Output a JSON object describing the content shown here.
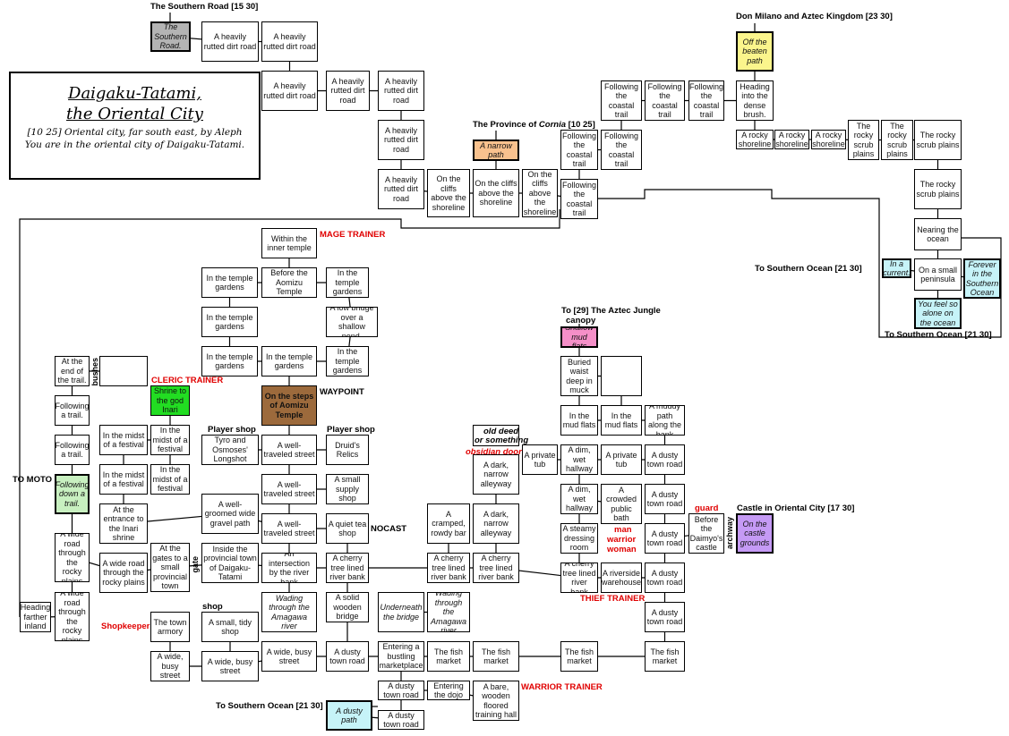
{
  "title": {
    "line1": "Daigaku-Tatami,",
    "line2": "the Oriental City",
    "info": "[10 25] Oriental city, far south east, by Aleph",
    "desc": "You are in the oriental city of Daigaku-Tatami."
  },
  "colors": {
    "southern_road_exit": "#b4b4b4",
    "cornia_exit": "#f9c28e",
    "aztec_kingdom_exit": "#fbf58c",
    "ocean_exit": "#c6f3f8",
    "jungle_exit": "#f58fc8",
    "moto_exit": "#c8f0c0",
    "cleric_shrine": "#22dd22",
    "waypoint": "#9c6a3c",
    "castle_exit": "#c59af5",
    "trainer_text": "#e00000"
  },
  "labels": [
    {
      "id": "southern-road-link",
      "text": "The Southern Road [15 30]"
    },
    {
      "id": "cornia-link",
      "text": "The Province of ",
      "em": "Cornia",
      "tail": " [10 25]"
    },
    {
      "id": "aztec-kingdom-link",
      "text": "Don Milano and Aztec Kingdom [23 30]"
    },
    {
      "id": "southern-ocean-link-1",
      "text": "To Southern Ocean [21 30]"
    },
    {
      "id": "southern-ocean-link-2",
      "text": "To Southern Ocean [21 30]"
    },
    {
      "id": "aztec-jungle-link",
      "text": "To [29] The Aztec Jungle"
    },
    {
      "id": "canopy",
      "text": "canopy"
    },
    {
      "id": "mage-trainer",
      "text": "MAGE TRAINER"
    },
    {
      "id": "cleric-trainer",
      "text": "CLERIC TRAINER"
    },
    {
      "id": "waypoint",
      "text": "WAYPOINT"
    },
    {
      "id": "player-shop-1",
      "text": "Player shop"
    },
    {
      "id": "player-shop-2",
      "text": "Player shop"
    },
    {
      "id": "nocast",
      "text": "NOCAST"
    },
    {
      "id": "to-moto",
      "text": "TO MOTO"
    },
    {
      "id": "bushes",
      "text": "bushes"
    },
    {
      "id": "gate",
      "text": "gate"
    },
    {
      "id": "shop",
      "text": "shop"
    },
    {
      "id": "shopkeeper",
      "text": "Shopkeeper"
    },
    {
      "id": "old-deed",
      "text": "old deed"
    },
    {
      "id": "or-something",
      "text": "or something"
    },
    {
      "id": "obsidian-door",
      "text": "obsidian door"
    },
    {
      "id": "man",
      "text": "man"
    },
    {
      "id": "warrior",
      "text": "warrior"
    },
    {
      "id": "woman",
      "text": "woman"
    },
    {
      "id": "guard",
      "text": "guard"
    },
    {
      "id": "archway",
      "text": "archway"
    },
    {
      "id": "castle-link",
      "text": "Castle in Oriental City [17 30]"
    },
    {
      "id": "thief-trainer",
      "text": "THIEF TRAINER"
    },
    {
      "id": "warrior-trainer",
      "text": "WARRIOR TRAINER"
    },
    {
      "id": "southern-ocean-link-3",
      "text": "To Southern Ocean [21 30]"
    }
  ],
  "rooms": [
    {
      "id": "southern-road-exit",
      "text": "The Southern Road.",
      "kind": "exit",
      "color": "southern_road_exit"
    },
    {
      "id": "dirt-road-1",
      "text": "A heavily rutted dirt road"
    },
    {
      "id": "dirt-road-2",
      "text": "A heavily rutted dirt road"
    },
    {
      "id": "dirt-road-3",
      "text": "A heavily rutted dirt road"
    },
    {
      "id": "dirt-road-4",
      "text": "A heavily rutted dirt road"
    },
    {
      "id": "dirt-road-5",
      "text": "A heavily rutted dirt road"
    },
    {
      "id": "dirt-road-6",
      "text": "A heavily rutted dirt road"
    },
    {
      "id": "dirt-road-7",
      "text": "A heavily rutted dirt road"
    },
    {
      "id": "cliffs-1",
      "text": "On the cliffs above the shoreline"
    },
    {
      "id": "cliffs-2",
      "text": "On the cliffs above the shoreline"
    },
    {
      "id": "cliffs-3",
      "text": "On the cliffs above the shoreline"
    },
    {
      "id": "cornia-exit",
      "text": "A narrow path",
      "kind": "exit",
      "color": "cornia_exit"
    },
    {
      "id": "coastal-1",
      "text": "Following the coastal trail"
    },
    {
      "id": "coastal-2",
      "text": "Following the coastal trail"
    },
    {
      "id": "coastal-3",
      "text": "Following the coastal trail"
    },
    {
      "id": "coastal-4",
      "text": "Following the coastal trail"
    },
    {
      "id": "coastal-5",
      "text": "Following the coastal trail"
    },
    {
      "id": "coastal-6",
      "text": "Following the coastal trail"
    },
    {
      "id": "aztec-exit",
      "text": "Off the beaten path",
      "kind": "exit",
      "color": "aztec_kingdom_exit"
    },
    {
      "id": "dense-brush",
      "text": "Heading into the dense brush."
    },
    {
      "id": "rocky-shore-1",
      "text": "A rocky shoreline"
    },
    {
      "id": "rocky-shore-2",
      "text": "A rocky shoreline"
    },
    {
      "id": "rocky-shore-3",
      "text": "A rocky shoreline"
    },
    {
      "id": "scrub-1",
      "text": "The rocky scrub plains"
    },
    {
      "id": "scrub-2",
      "text": "The rocky scrub plains"
    },
    {
      "id": "scrub-3",
      "text": "The rocky scrub plains"
    },
    {
      "id": "scrub-4",
      "text": "The rocky scrub plains"
    },
    {
      "id": "nearing-ocean",
      "text": "Nearing the ocean"
    },
    {
      "id": "in-a-current",
      "text": "In a current.",
      "kind": "exit",
      "color": "ocean_exit"
    },
    {
      "id": "peninsula",
      "text": "On a small peninsula"
    },
    {
      "id": "forever-ocean",
      "text": "Forever in the Southern Ocean",
      "kind": "exit",
      "color": "ocean_exit"
    },
    {
      "id": "alone-ocean",
      "text": "You feel so alone on the ocean",
      "kind": "exit",
      "color": "ocean_exit"
    },
    {
      "id": "inner-temple",
      "text": "Within the inner temple"
    },
    {
      "id": "garden-1",
      "text": "In the temple gardens"
    },
    {
      "id": "before-temple",
      "text": "Before the Aomizu Temple"
    },
    {
      "id": "garden-2",
      "text": "In the temple gardens"
    },
    {
      "id": "garden-3",
      "text": "In the temple gardens"
    },
    {
      "id": "low-bridge",
      "text": "A low bridge over a shallow pond."
    },
    {
      "id": "garden-4",
      "text": "In the temple gardens"
    },
    {
      "id": "garden-5",
      "text": "In the temple gardens"
    },
    {
      "id": "garden-6",
      "text": "In the temple gardens"
    },
    {
      "id": "waypoint-room",
      "text": "On the steps of Aomizu Temple",
      "kind": "waypoint",
      "color": "waypoint"
    },
    {
      "id": "end-of-trail",
      "text": "At the end of the trail."
    },
    {
      "id": "bushes-room",
      "text": ""
    },
    {
      "id": "shrine",
      "text": "Shrine to the god Inari",
      "kind": "shrine",
      "color": "cleric_shrine"
    },
    {
      "id": "trail-1",
      "text": "Following a trail."
    },
    {
      "id": "trail-2",
      "text": "Following a trail."
    },
    {
      "id": "moto-exit",
      "text": "Following down a trail.",
      "kind": "exit",
      "color": "moto_exit"
    },
    {
      "id": "festival-1",
      "text": "In the midst of a festival"
    },
    {
      "id": "festival-2",
      "text": "In the midst of a festival"
    },
    {
      "id": "festival-3",
      "text": "In the midst of a festival"
    },
    {
      "id": "festival-4",
      "text": "In the midst of a festival"
    },
    {
      "id": "tyro-shop",
      "text": "Tyro and Osmoses' Longshot"
    },
    {
      "id": "street-1",
      "text": "A well-traveled street"
    },
    {
      "id": "druid-relics",
      "text": "Druid's Relics"
    },
    {
      "id": "street-2",
      "text": "A well-traveled street"
    },
    {
      "id": "supply-shop",
      "text": "A small supply shop"
    },
    {
      "id": "inari-entrance",
      "text": "At the entrance to the Inari shrine"
    },
    {
      "id": "gravel-path",
      "text": "A well-groomed wide gravel path"
    },
    {
      "id": "street-3",
      "text": "A well-traveled street"
    },
    {
      "id": "tea-shop",
      "text": "A quiet tea shop"
    },
    {
      "id": "wide-road-1",
      "text": "A wide road through the rocky plains"
    },
    {
      "id": "wide-road-2",
      "text": "A wide road through the rocky plains"
    },
    {
      "id": "town-gates",
      "text": "At the gates to a small provincial town"
    },
    {
      "id": "inside-town",
      "text": "Inside the provincial town of Daigaku-Tatami"
    },
    {
      "id": "intersection",
      "text": "An intersection by the river bank"
    },
    {
      "id": "cherry-1",
      "text": "A cherry tree lined river bank"
    },
    {
      "id": "cramped-bar",
      "text": "A cramped, rowdy bar"
    },
    {
      "id": "alley-1",
      "text": "A dark, narrow alleyway"
    },
    {
      "id": "old-deed-room",
      "text": "old deed or something",
      "kind": "deed"
    },
    {
      "id": "alley-2",
      "text": "A dark, narrow alleyway"
    },
    {
      "id": "cherry-2",
      "text": "A cherry tree lined river bank"
    },
    {
      "id": "cherry-3",
      "text": "A cherry tree lined river bank"
    },
    {
      "id": "wide-road-3",
      "text": "A wide road through the rocky plains"
    },
    {
      "id": "farther-inland",
      "text": "Heading farther inland"
    },
    {
      "id": "armory",
      "text": "The town armory"
    },
    {
      "id": "tidy-shop",
      "text": "A small, tidy shop"
    },
    {
      "id": "wading-1",
      "text": "Wading through the Amagawa river",
      "kind": "italic"
    },
    {
      "id": "wooden-bridge",
      "text": "A solid wooden bridge"
    },
    {
      "id": "underneath",
      "text": "Underneath the bridge",
      "kind": "italic"
    },
    {
      "id": "wading-2",
      "text": "Wading through the Amagawa river",
      "kind": "italic"
    },
    {
      "id": "busy-1",
      "text": "A wide, busy street"
    },
    {
      "id": "busy-2",
      "text": "A wide, busy street"
    },
    {
      "id": "busy-3",
      "text": "A wide, busy street"
    },
    {
      "id": "dusty-road-1",
      "text": "A dusty town road"
    },
    {
      "id": "marketplace",
      "text": "Entering a bustling marketplace"
    },
    {
      "id": "fish-1",
      "text": "The fish market"
    },
    {
      "id": "fish-2",
      "text": "The fish market"
    },
    {
      "id": "fish-3",
      "text": "The fish market"
    },
    {
      "id": "fish-4",
      "text": "The fish market"
    },
    {
      "id": "dusty-road-2",
      "text": "A dusty town road"
    },
    {
      "id": "dojo",
      "text": "Entering the dojo"
    },
    {
      "id": "training-hall",
      "text": "A bare, wooden floored training hall"
    },
    {
      "id": "dusty-path-exit",
      "text": "A dusty path",
      "kind": "exit",
      "color": "ocean_exit"
    },
    {
      "id": "dusty-road-3",
      "text": "A dusty town road"
    },
    {
      "id": "mud-exit",
      "text": "Shallow mud flats",
      "kind": "exit",
      "color": "jungle_exit"
    },
    {
      "id": "buried",
      "text": "Buried waist deep in muck"
    },
    {
      "id": "empty-mud",
      "text": ""
    },
    {
      "id": "mud-1",
      "text": "In the mud flats"
    },
    {
      "id": "mud-2",
      "text": "In the mud flats"
    },
    {
      "id": "muddy-path",
      "text": "A muddy path along the bank"
    },
    {
      "id": "private-tub-1",
      "text": "A private tub"
    },
    {
      "id": "hallway-1",
      "text": "A dim, wet hallway"
    },
    {
      "id": "private-tub-2",
      "text": "A private tub"
    },
    {
      "id": "dusty-town-1",
      "text": "A dusty town road"
    },
    {
      "id": "hallway-2",
      "text": "A dim, wet hallway"
    },
    {
      "id": "public-bath",
      "text": "A crowded public bath"
    },
    {
      "id": "dusty-town-2",
      "text": "A dusty town road"
    },
    {
      "id": "dressing-room",
      "text": "A steamy dressing room"
    },
    {
      "id": "dusty-town-3",
      "text": "A dusty town road"
    },
    {
      "id": "daimyo-castle",
      "text": "Before the Daimyo's castle"
    },
    {
      "id": "castle-exit",
      "text": "On the castle grounds",
      "kind": "exit",
      "color": "castle_exit"
    },
    {
      "id": "cherry-4",
      "text": "A cherry tree lined river bank"
    },
    {
      "id": "warehouse",
      "text": "A riverside warehouse"
    },
    {
      "id": "dusty-town-4",
      "text": "A dusty town road"
    },
    {
      "id": "dusty-town-5",
      "text": "A dusty town road"
    }
  ]
}
